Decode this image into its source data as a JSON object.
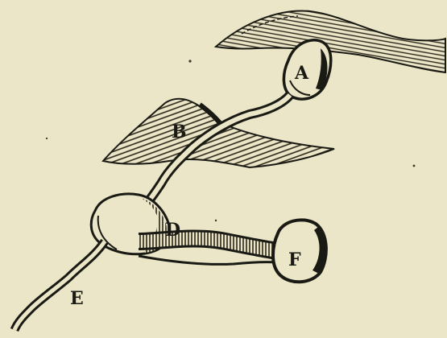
{
  "figure": {
    "labels": {
      "a": "A",
      "b": "B",
      "d": "D",
      "e": "E",
      "f": "F"
    },
    "colors": {
      "paper": "#ebe6c8",
      "ink": "#1a1a14",
      "shade": "#3a3426"
    }
  }
}
